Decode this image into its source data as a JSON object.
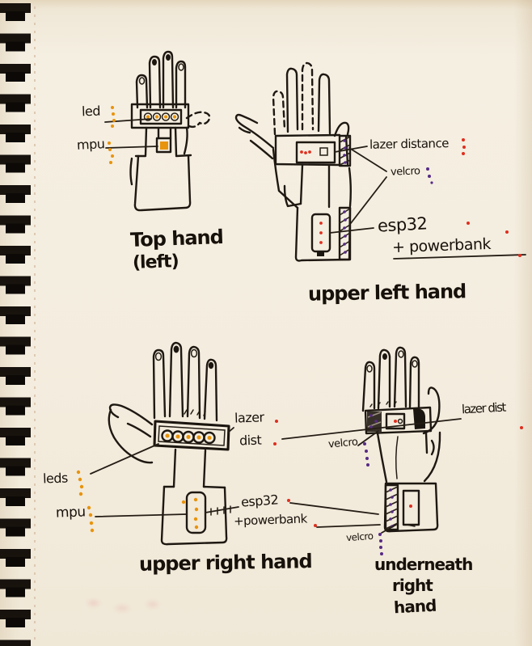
{
  "page_type": "hand-drawn sketchbook diagram of smart glove hardware placement",
  "colors": {
    "paper": "#f4eddf",
    "ink": "#1e1812",
    "led_dots_orange": "#e8930c",
    "laser_esp_dots_red": "#df2e1e",
    "velcro_dots_purple": "#562b84"
  },
  "sketches": {
    "top_hand_left": {
      "caption": [
        "Top hand",
        "(left)"
      ],
      "labels": {
        "led": "led",
        "mpu": "mpu"
      }
    },
    "upper_left_hand": {
      "caption": [
        "upper left hand"
      ],
      "labels": {
        "laser_distance": "lazer distance",
        "velcro": "velcro",
        "esp32": "esp32",
        "powerbank": "+ powerbank"
      }
    },
    "upper_right_hand": {
      "caption": [
        "upper right hand"
      ],
      "labels": {
        "laser_line1": "lazer",
        "laser_line2": "dist",
        "leds": "leds",
        "mpu": "mpu",
        "esp32": "esp32",
        "powerbank": "+powerbank"
      }
    },
    "underneath_right_hand": {
      "caption": [
        "underneath",
        "right",
        "hand"
      ],
      "labels": {
        "velcro_band": "velcro",
        "velcro_wrist": "velcro",
        "laser_distance": "lazer dist"
      }
    }
  }
}
